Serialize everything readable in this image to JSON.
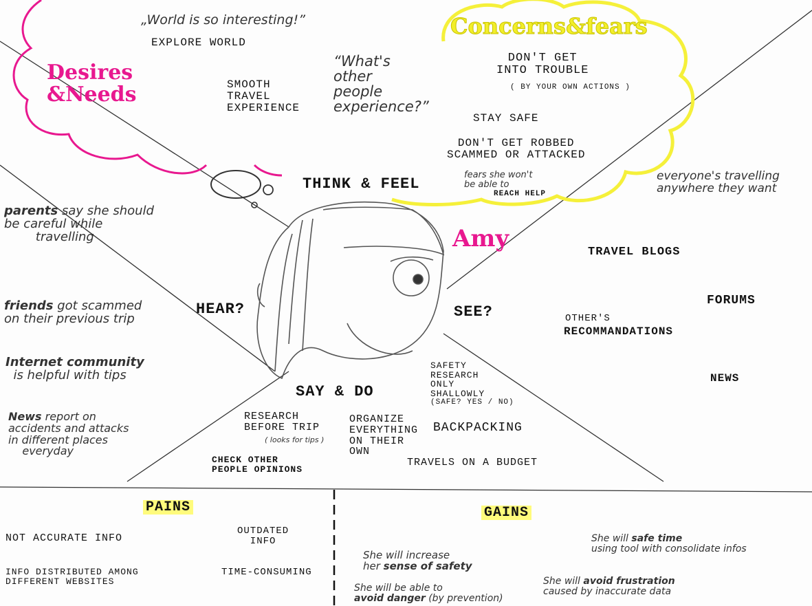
{
  "colors": {
    "pink": "#e8188f",
    "yellow": "#f5f03a",
    "ink": "#1a1a1a",
    "pencil": "#555555"
  },
  "persona": {
    "name": "Amy"
  },
  "thinkfeel": {
    "heading": "THINK & FEEL",
    "desires_title": "Desires\n&Needs",
    "concerns_title": "Concerns&fears",
    "desires": [
      "„World is so interesting!”",
      "EXPLORE WORLD",
      "SMOOTH\nTRAVEL\nEXPERIENCE",
      "“What's\nother\npeople\nexperience?”"
    ],
    "concerns": [
      "DON'T GET\nINTO TROUBLE",
      "( BY YOUR OWN ACTIONS )",
      "STAY SAFE",
      "DON'T GET ROBBED\nSCAMMED OR ATTACKED",
      "fears she won't\nbe able to",
      "REACH HELP"
    ]
  },
  "hear": {
    "heading": "HEAR?",
    "items": [
      {
        "strong": "parents",
        "rest": " say she should\nbe careful while\n        travelling"
      },
      {
        "strong": "friends",
        "rest": " got scammed\non their previous trip"
      },
      {
        "strong": "Internet community",
        "rest": "\n  is helpful with tips"
      },
      {
        "strong": "News",
        "rest": " report on\naccidents and attacks\nin different places\n    everyday"
      }
    ]
  },
  "see": {
    "heading": "SEE?",
    "items": [
      "everyone's travelling\nanywhere they want",
      "TRAVEL BLOGS",
      "FORUMS",
      "OTHER'S",
      "RECOMMANDATIONS",
      "NEWS"
    ]
  },
  "saydo": {
    "heading": "SAY & DO",
    "items": [
      "RESEARCH\nBEFORE TRIP",
      "( looks for tips )",
      "CHECK OTHER\nPEOPLE OPINIONS",
      "ORGANIZE\nEVERYTHING\nON THEIR\nOWN",
      "SAFETY\nRESEARCH\nONLY\nSHALLOWLY",
      "(SAFE? YES / NO)",
      "BACKPACKING",
      "TRAVELS ON A BUDGET"
    ]
  },
  "pains": {
    "heading": "PAINS",
    "items": [
      "NOT ACCURATE INFO",
      "OUTDATED\nINFO",
      "INFO DISTRIBUTED AMONG\nDIFFERENT WEBSITES",
      "TIME-CONSUMING"
    ]
  },
  "gains": {
    "heading": "GAINS",
    "items": [
      {
        "pre": "She will increase\nher ",
        "strong": "sense of safety",
        "post": ""
      },
      {
        "pre": "She will be able to\n",
        "strong": "avoid danger",
        "post": " (by prevention)"
      },
      {
        "pre": "She will ",
        "strong": "safe time",
        "post": "\nusing tool with consolidate infos"
      },
      {
        "pre": "She will ",
        "strong": "avoid frustration",
        "post": "\ncaused by inaccurate data"
      }
    ]
  }
}
